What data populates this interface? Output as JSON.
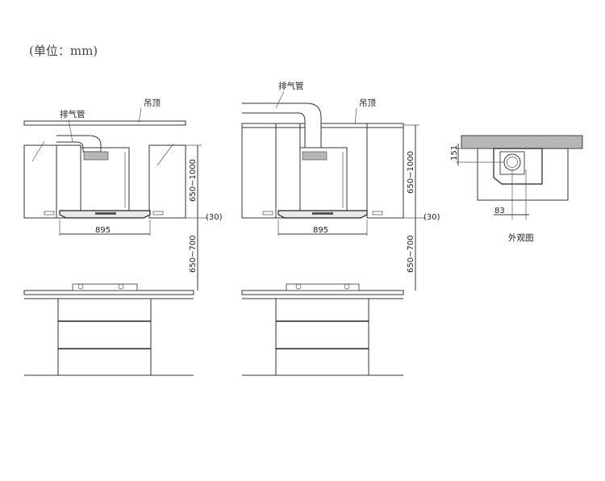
{
  "unit_note": "(单位：mm)",
  "left_view": {
    "duct_label": "排气管",
    "ceiling_label": "吊顶",
    "width_dim": "895",
    "hood_height_dim": "650~1000",
    "cooktop_gap_dim": "650~700",
    "offset_dim": "(30)"
  },
  "middle_view": {
    "duct_label": "排气管",
    "ceiling_label": "吊顶",
    "width_dim": "895",
    "hood_height_dim": "650~1000",
    "cooktop_gap_dim": "650~700",
    "offset_dim": "(30)"
  },
  "side_view": {
    "top_dim": "151",
    "depth_dim": "83",
    "caption": "外观图"
  }
}
